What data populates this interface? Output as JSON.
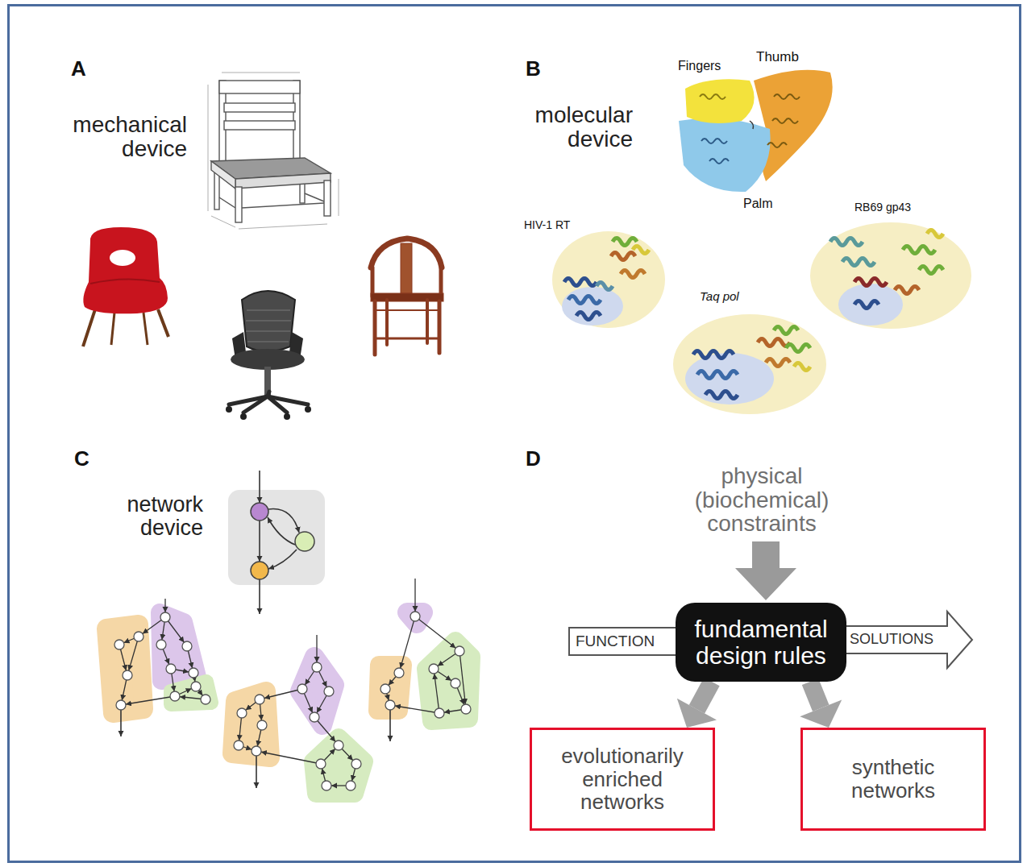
{
  "diagram": {
    "nodes": [
      {
        "text": [
          "FUNCTION"
        ]
      },
      {
        "text": [
          "fundamental design rules"
        ]
      },
      {
        "text": [
          "SOLUTIONS"
        ]
      },
      {
        "text": [
          "evolutionarily enriched networks"
        ]
      },
      {
        "text": [
          "synthetic networks"
        ]
      }
    ],
    "edges": [
      {
        "from": 1,
        "to": 3,
        "arrow": "to"
      },
      {
        "from": 1,
        "to": 4,
        "arrow": "to"
      }
    ],
    "labels": [
      "A",
      "mechanical device",
      "B",
      "molecular device",
      "Fingers",
      "Thumb",
      "Palm",
      "HIV-1 RT",
      "Taq pol",
      "RB69 gp43",
      "C",
      "network device",
      "D",
      "physical (biochemical) constraints"
    ]
  }
}
